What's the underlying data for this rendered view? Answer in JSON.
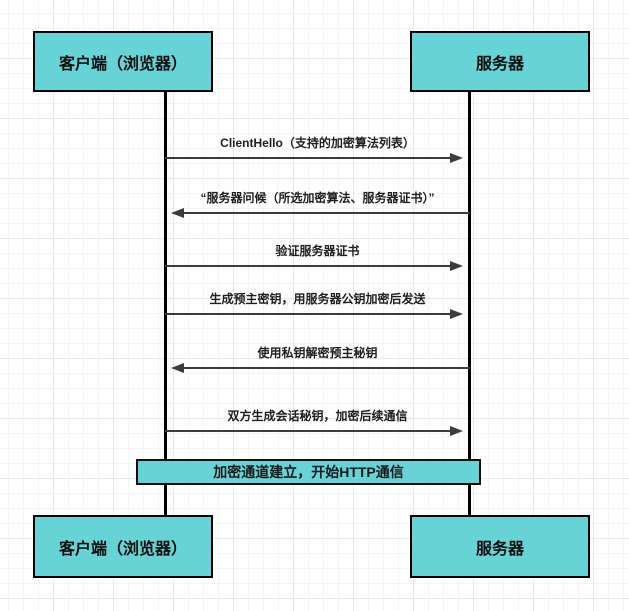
{
  "diagram": {
    "type": "sequence",
    "actors": {
      "client_top": {
        "label": "客户端（浏览器）"
      },
      "server_top": {
        "label": "服务器"
      },
      "client_bottom": {
        "label": "客户端（浏览器）"
      },
      "server_bottom": {
        "label": "服务器"
      }
    },
    "messages": [
      {
        "label": "ClientHello（支持的加密算法列表）",
        "direction": "right",
        "from": "client",
        "to": "server"
      },
      {
        "label": "“服务器问候（所选加密算法、服务器证书）”",
        "direction": "left",
        "from": "server",
        "to": "client"
      },
      {
        "label": "验证服务器证书",
        "direction": "right",
        "from": "client",
        "to": "server"
      },
      {
        "label": "生成预主密钥，用服务器公钥加密后发送",
        "direction": "right",
        "from": "client",
        "to": "server"
      },
      {
        "label": "使用私钥解密预主秘钥",
        "direction": "left",
        "from": "server",
        "to": "client"
      },
      {
        "label": "双方生成会话秘钥，加密后续通信",
        "direction": "right",
        "from": "client",
        "to": "server"
      }
    ],
    "note": {
      "label": "加密通道建立，开始HTTP通信"
    },
    "colors": {
      "shape_fill": "#68d3d6",
      "shape_border": "#000000",
      "arrow": "#3c3c3c",
      "label_text": "#202020"
    }
  }
}
